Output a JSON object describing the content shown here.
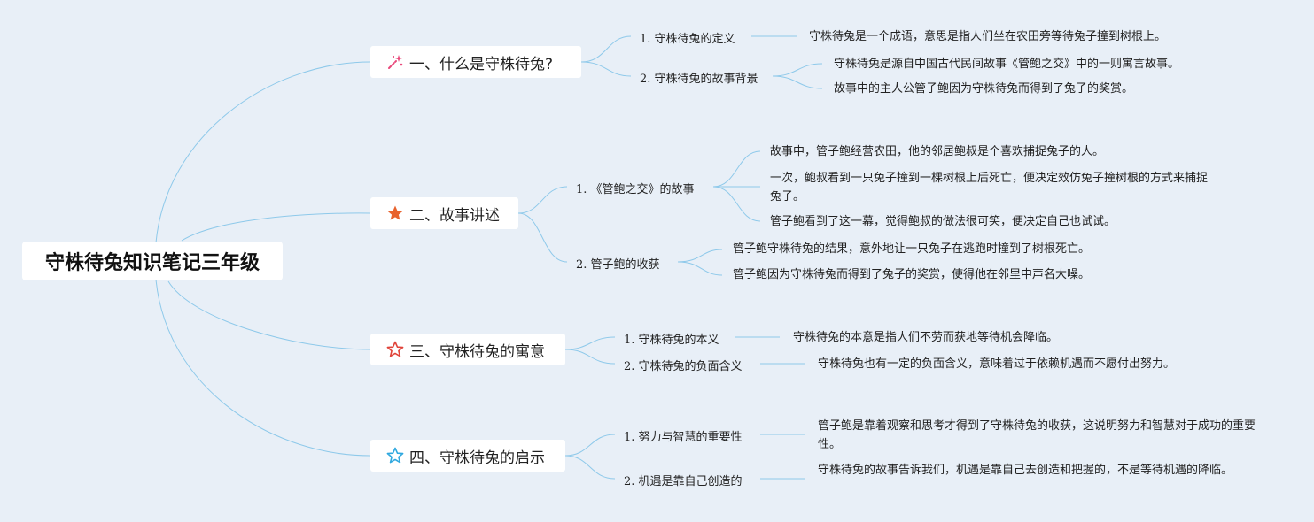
{
  "root": {
    "label": "守株待兔知识笔记三年级"
  },
  "branches": [
    {
      "label": "一、什么是守株待兔?",
      "icon": "magic-wand-icon",
      "children": [
        {
          "label": "1. 守株待兔的定义",
          "items": [
            "守株待兔是一个成语，意思是指人们坐在农田旁等待兔子撞到树根上。"
          ]
        },
        {
          "label": "2. 守株待兔的故事背景",
          "items": [
            "守株待兔是源自中国古代民间故事《管鲍之交》中的一则寓言故事。",
            "故事中的主人公管子鲍因为守株待兔而得到了兔子的奖赏。"
          ]
        }
      ]
    },
    {
      "label": "二、故事讲述",
      "icon": "filled-star-icon",
      "children": [
        {
          "label": "1. 《管鲍之交》的故事",
          "items": [
            "故事中，管子鲍经营农田，他的邻居鲍叔是个喜欢捕捉兔子的人。",
            "一次，鲍叔看到一只兔子撞到一棵树根上后死亡，便决定效仿兔子撞树根的方式来捕捉兔子。",
            "管子鲍看到了这一幕，觉得鲍叔的做法很可笑，便决定自己也试试。"
          ]
        },
        {
          "label": "2. 管子鲍的收获",
          "items": [
            "管子鲍守株待兔的结果，意外地让一只兔子在逃跑时撞到了树根死亡。",
            "管子鲍因为守株待兔而得到了兔子的奖赏，使得他在邻里中声名大噪。"
          ]
        }
      ]
    },
    {
      "label": "三、守株待兔的寓意",
      "icon": "outline-star-icon",
      "children": [
        {
          "label": "1. 守株待兔的本义",
          "items": [
            "守株待兔的本意是指人们不劳而获地等待机会降临。"
          ]
        },
        {
          "label": "2. 守株待兔的负面含义",
          "items": [
            "守株待兔也有一定的负面含义，意味着过于依赖机遇而不愿付出努力。"
          ]
        }
      ]
    },
    {
      "label": "四、守株待兔的启示",
      "icon": "blue-outline-star-icon",
      "children": [
        {
          "label": "1. 努力与智慧的重要性",
          "items": [
            "管子鲍是靠着观察和思考才得到了守株待兔的收获，这说明努力和智慧对于成功的重要性。"
          ]
        },
        {
          "label": "2. 机遇是靠自己创造的",
          "items": [
            "守株待兔的故事告诉我们，机遇是靠自己去创造和把握的，不是等待机遇的降临。"
          ]
        }
      ]
    }
  ],
  "colors": {
    "background": "#e8eff7",
    "connector": "#8ec9ea",
    "node_fill": "#ffffff",
    "icon_pink": "#e9477a",
    "icon_orange": "#e8622c",
    "icon_red": "#e0443a",
    "icon_blue": "#2fa8df"
  }
}
